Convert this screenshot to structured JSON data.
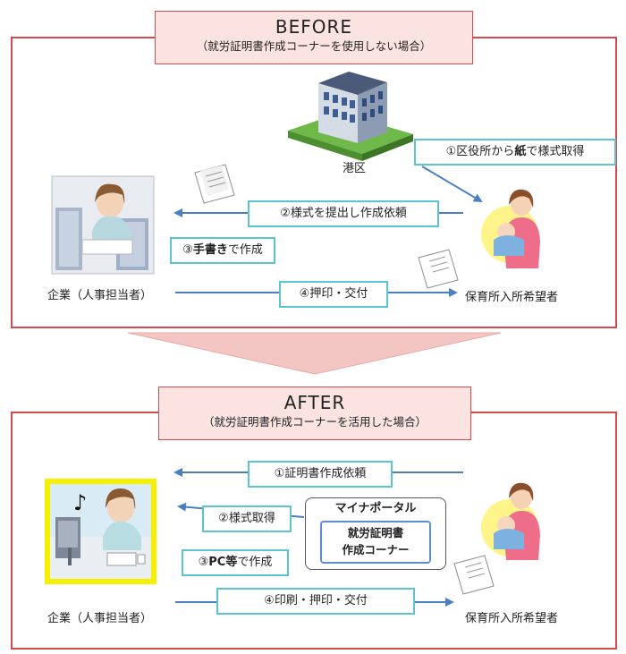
{
  "before": {
    "title": "BEFORE",
    "subtitle": "（就労証明書作成コーナーを使用しない場合）",
    "city_label": "港区",
    "step1_a": "①区役所から",
    "step1_b": "紙",
    "step1_c": "で様式取得",
    "step2": "②様式を提出し作成依頼",
    "step3_a": "③",
    "step3_b": "手書き",
    "step3_c": "で作成",
    "step4": "④押印・交付",
    "company_label": "企業（人事担当者）",
    "applicant_label": "保育所入所希望者"
  },
  "after": {
    "title": "AFTER",
    "subtitle": "（就労証明書作成コーナーを活用した場合）",
    "step1": "①証明書作成依頼",
    "step2": "②様式取得",
    "step3_a": "③",
    "step3_b": "PC等",
    "step3_c": "で作成",
    "step4": "④印刷・押印・交付",
    "portal_title": "マイナポータル",
    "portal_inner_line1": "就労証明書",
    "portal_inner_line2": "作成コーナー",
    "company_label": "企業（人事担当者）",
    "applicant_label": "保育所入所希望者"
  },
  "colors": {
    "panel_border": "#d9484d",
    "title_fill": "#fbe3e1",
    "step_border": "#5bc4d2",
    "arrow": "#4a7fc1",
    "transition_arrow": "#f4c6c3",
    "highlight_frame": "#f5f000"
  }
}
